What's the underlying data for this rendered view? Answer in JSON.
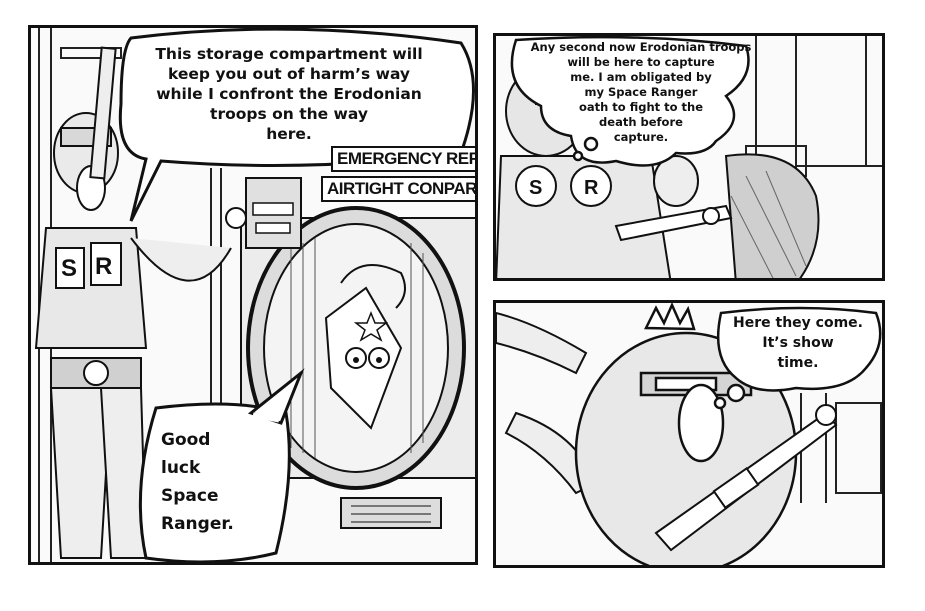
{
  "panel1": {
    "speech_top": "This storage compartment will\nkeep you out of harm’s way\nwhile I confront the Erodonian\ntroops on the way\nhere.",
    "sign_line1": "EMERGENCY REFUGE",
    "sign_line2": "AIRTIGHT CONPARTM",
    "speech_bottom": "Good\nluck\nSpace\nRanger.",
    "chest_letters": [
      "S",
      "R"
    ]
  },
  "panel2": {
    "thought": "Any second now Erodonian troops\nwill be here to capture\nme.  I am obligated by\nmy Space Ranger\noath to fight to the\ndeath before\ncapture.",
    "chest_letters": [
      "S",
      "R"
    ]
  },
  "panel3": {
    "thought": "Here they come.\nIt’s show\ntime."
  }
}
